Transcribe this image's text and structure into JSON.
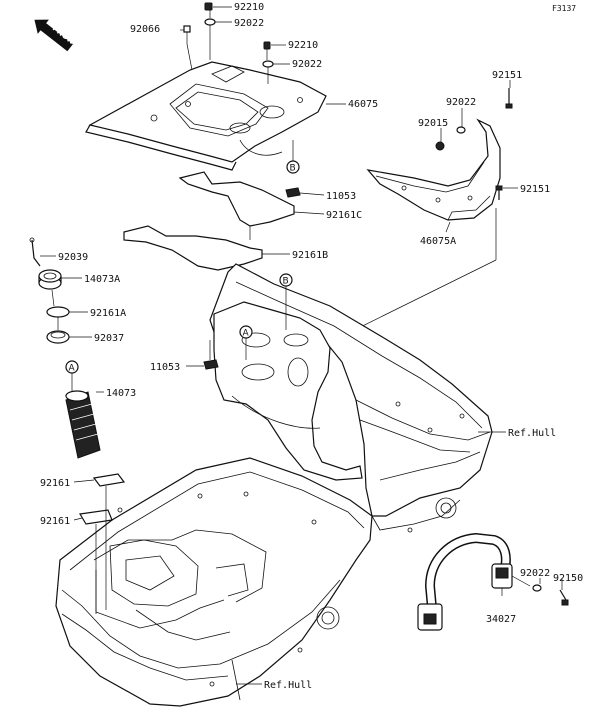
{
  "diagram_code": "F3137",
  "front_marker": "FRONT",
  "callouts": {
    "a": "A",
    "b": "B"
  },
  "parts": [
    {
      "id": "p92210a",
      "number": "92210"
    },
    {
      "id": "p92066",
      "number": "92066"
    },
    {
      "id": "p92022a",
      "number": "92022"
    },
    {
      "id": "p92210b",
      "number": "92210"
    },
    {
      "id": "p92022b",
      "number": "92022"
    },
    {
      "id": "p46075",
      "number": "46075"
    },
    {
      "id": "p92151a",
      "number": "92151"
    },
    {
      "id": "p92022c",
      "number": "92022"
    },
    {
      "id": "p92015",
      "number": "92015"
    },
    {
      "id": "p11053a",
      "number": "11053"
    },
    {
      "id": "p92161c",
      "number": "92161C"
    },
    {
      "id": "p92151b",
      "number": "92151"
    },
    {
      "id": "p46075a",
      "number": "46075A"
    },
    {
      "id": "p92161b",
      "number": "92161B"
    },
    {
      "id": "p92039",
      "number": "92039"
    },
    {
      "id": "p14073a",
      "number": "14073A"
    },
    {
      "id": "p92161a",
      "number": "92161A"
    },
    {
      "id": "p92037",
      "number": "92037"
    },
    {
      "id": "p11053b",
      "number": "11053"
    },
    {
      "id": "p14073",
      "number": "14073"
    },
    {
      "id": "p92161x",
      "number": "92161"
    },
    {
      "id": "p92161y",
      "number": "92161"
    },
    {
      "id": "p92022d",
      "number": "92022"
    },
    {
      "id": "p92150",
      "number": "92150"
    },
    {
      "id": "p34027",
      "number": "34027"
    }
  ],
  "references": [
    {
      "id": "ref-hull-upper",
      "text": "Ref.Hull"
    },
    {
      "id": "ref-hull-lower",
      "text": "Ref.Hull"
    }
  ]
}
